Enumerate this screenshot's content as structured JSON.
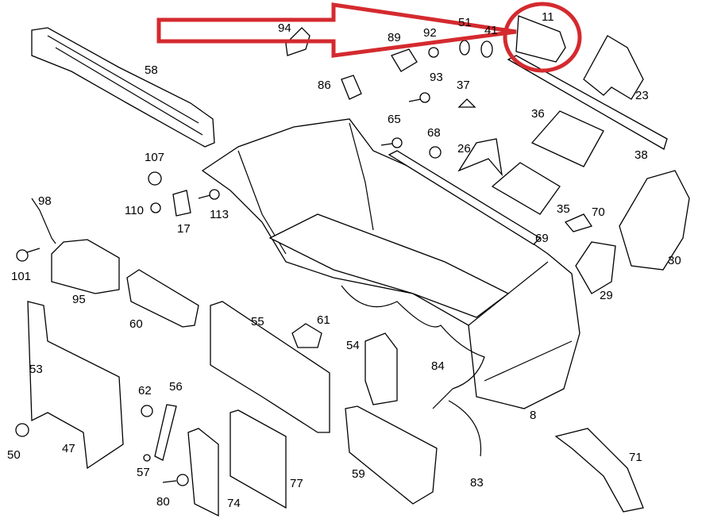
{
  "diagram": {
    "highlight_color": "#d42a2f",
    "highlighted_part": "11",
    "part_labels": [
      "94",
      "89",
      "92",
      "51",
      "41",
      "11",
      "58",
      "86",
      "93",
      "37",
      "23",
      "65",
      "68",
      "36",
      "38",
      "107",
      "26",
      "98",
      "110",
      "113",
      "17",
      "35",
      "70",
      "69",
      "30",
      "101",
      "95",
      "29",
      "61",
      "55",
      "60",
      "54",
      "84",
      "53",
      "62",
      "56",
      "8",
      "50",
      "47",
      "71",
      "57",
      "59",
      "83",
      "77",
      "80",
      "74"
    ]
  }
}
